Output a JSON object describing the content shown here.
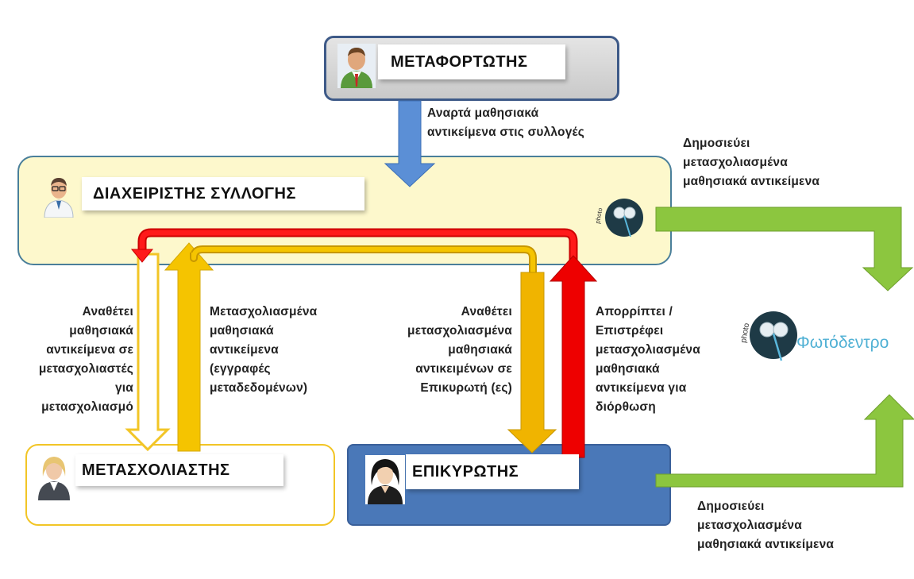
{
  "roles": {
    "uploader": "ΜΕΤΑΦΟΡΤΩΤΗΣ",
    "manager": "ΔΙΑΧΕΙΡΙΣΤΗΣ ΣΥΛΛΟΓΗΣ",
    "annotator": "ΜΕΤΑΣΧΟΛΙΑΣΤΗΣ",
    "validator": "ΕΠΙΚΥΡΩΤΗΣ"
  },
  "captions": {
    "upload": [
      "Αναρτά μαθησιακά",
      "αντικείμενα στις συλλογές"
    ],
    "publish_top": [
      "Δημοσιεύει",
      "μετασχολιασμένα",
      "μαθησιακά αντικείμενα"
    ],
    "assign": [
      "Αναθέτει",
      "μαθησιακά",
      "αντικείμενα σε",
      "μετασχολιαστές",
      "για",
      "μετασχολιασμό"
    ],
    "annotated": [
      "Μετασχολιασμένα",
      "μαθησιακά",
      "αντικείμενα",
      "(εγγραφές",
      "μεταδεδομένων)"
    ],
    "assign_validator": [
      "Αναθέτει",
      "μετασχολιασμένα",
      "μαθησιακά",
      "αντικειμένων σε",
      "Επικυρωτή (ες)"
    ],
    "reject": [
      "Απορρίπτει /",
      "Επιστρέφει",
      "μετασχολιασμένα",
      "μαθησιακά",
      "αντικείμενα για",
      "διόρθωση"
    ],
    "publish_bottom": [
      "Δημοσιεύει",
      "μετασχολιασμένα",
      "μαθησιακά αντικείμενα"
    ]
  },
  "logo": {
    "name": "Φωτόδεντρο",
    "mark_text": "photo"
  },
  "colors": {
    "upload_arrow": "#5b8fd6",
    "publish_arrow": "#8cc63f",
    "reject_arrow": "#ff0000",
    "annotated_arrow": "#f5c400",
    "validator_arrow": "#f0b400",
    "assign_arrow_fill": "#ffffff",
    "assign_arrow_border": "#f2c526",
    "manager_fill": "#fdf8cc",
    "validator_fill": "#4a78b8",
    "logo_text": "#4fb0d4"
  }
}
